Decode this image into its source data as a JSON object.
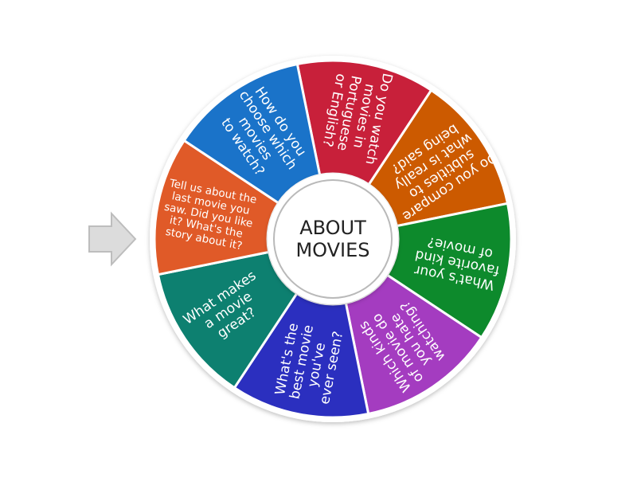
{
  "wheel": {
    "center_title": [
      "ABOUT",
      "MOVIES"
    ],
    "segments": [
      {
        "lines": [
          "Do you watch",
          "movies in",
          "Portuguese",
          "or English?"
        ],
        "color": "#c8203a",
        "text_color": "#ffffff"
      },
      {
        "lines": [
          "Do you compare",
          "subtitles to",
          "what is really",
          "being said?"
        ],
        "color": "#cc5a00",
        "text_color": "#ffffff"
      },
      {
        "lines": [
          "What's your",
          "favorite kind",
          "of movie?"
        ],
        "color": "#0d8a2c",
        "text_color": "#ffffff"
      },
      {
        "lines": [
          "Which kinds",
          "of movie do",
          "you hate",
          "watching?"
        ],
        "color": "#a43cc0",
        "text_color": "#ffffff"
      },
      {
        "lines": [
          "What's the",
          "best movie",
          "you've",
          "ever seen?"
        ],
        "color": "#2b2fbf",
        "text_color": "#ffffff"
      },
      {
        "lines": [
          "What makes",
          "a movie",
          "great?"
        ],
        "color": "#0d8070",
        "text_color": "#ffffff"
      },
      {
        "lines": [
          "Tell us about the",
          "last movie you",
          "saw. Did you like",
          "it? What's the",
          "story about it?"
        ],
        "color": "#e05a28",
        "text_color": "#ffffff"
      },
      {
        "lines": [
          "How do you",
          "choose which",
          "movies",
          "to watch?"
        ],
        "color": "#1a73c9",
        "text_color": "#ffffff"
      }
    ]
  },
  "pointer": {
    "icon": "arrow-right-icon",
    "color": "#dcdcdc"
  }
}
